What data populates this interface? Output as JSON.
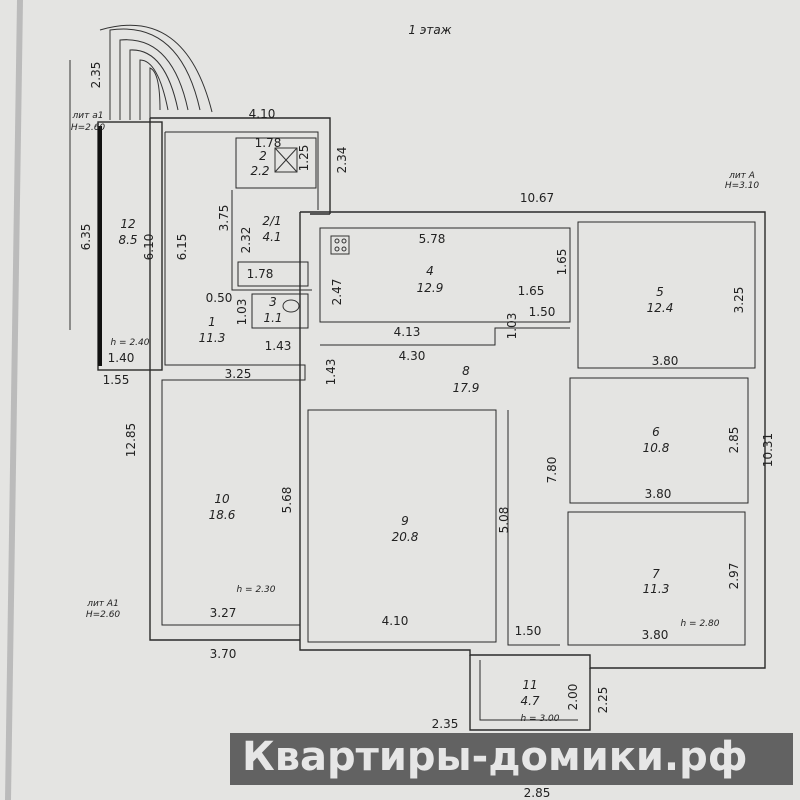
{
  "title": "1 этаж",
  "rooms": [
    {
      "num": "1",
      "area": "11.3"
    },
    {
      "num": "2",
      "area": "2.2"
    },
    {
      "num": "2/1",
      "area": "4.1"
    },
    {
      "num": "3",
      "area": "1.1"
    },
    {
      "num": "4",
      "area": "12.9"
    },
    {
      "num": "5",
      "area": "12.4"
    },
    {
      "num": "6",
      "area": "10.8"
    },
    {
      "num": "7",
      "area": "11.3"
    },
    {
      "num": "8",
      "area": "17.9"
    },
    {
      "num": "9",
      "area": "20.8"
    },
    {
      "num": "10",
      "area": "18.6"
    },
    {
      "num": "11",
      "area": "4.7"
    },
    {
      "num": "12",
      "area": "8.5"
    }
  ],
  "dims": [
    "2.35",
    "4.10",
    "1.78",
    "1.25",
    "2.34",
    "10.67",
    "3.75",
    "2.32",
    "6.35",
    "6.10",
    "6.15",
    "5.78",
    "1.65",
    "3.25",
    "1.78",
    "2.47",
    "1.65",
    "0.50",
    "1.03",
    "1.50",
    "1.03",
    "4.13",
    "1.43",
    "4.30",
    "1.40",
    "1.43",
    "3.80",
    "1.55",
    "3.25",
    "12.85",
    "2.85",
    "10.31",
    "7.80",
    "3.80",
    "5.68",
    "5.08",
    "2.97",
    "3.27",
    "4.10",
    "1.50",
    "3.80",
    "3.70",
    "2.00",
    "2.25",
    "2.35",
    "2.85"
  ],
  "notes": {
    "lit_a1_small": "лит а1",
    "lit_a1_small_h": "H=2.60",
    "lit_A": "лит А",
    "lit_A_h": "H=3.10",
    "lit_A1": "лит А1",
    "lit_A1_h": "H=2.60",
    "h12": "h = 2.40",
    "h10": "h = 2.30",
    "h7": "h = 2.80",
    "h11": "h = 3.00"
  },
  "watermark": "Квартиры-домики.рф",
  "colors": {
    "paper": "#e4e4e2",
    "ink": "#2a2a2a",
    "watermark_bg": "#464646",
    "logo": "#8cc63f"
  }
}
